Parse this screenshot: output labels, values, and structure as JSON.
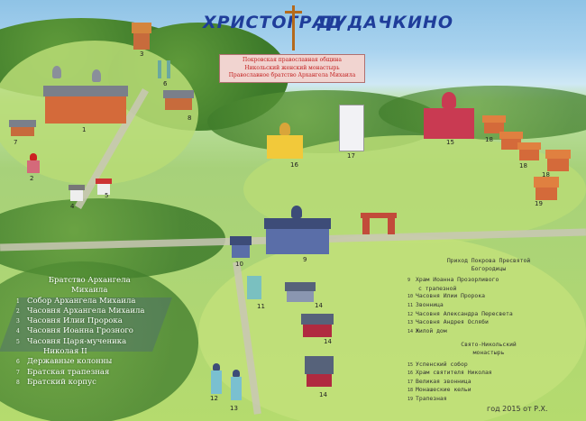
{
  "title": {
    "left": "ХРИСТОГРАД",
    "right": "ДУДАЧКИНО"
  },
  "banner": {
    "lines": [
      "Покровская православная община",
      "Никольский женский монастырь",
      "Православное братство Архангела Михаила"
    ]
  },
  "legend_left": {
    "heading": [
      "Братство Архангела",
      "Михаила"
    ],
    "items": [
      {
        "n": "1",
        "label": "Собор Архангела Михаила"
      },
      {
        "n": "2",
        "label": "Часовня Архангела Михаила"
      },
      {
        "n": "3",
        "label": "Часовня Илии Пророка"
      },
      {
        "n": "4",
        "label": "Часовня Иоанна Грозного"
      },
      {
        "n": "5",
        "label": "Часовня Царя-мученика"
      },
      {
        "n": "",
        "label": "Николая II"
      },
      {
        "n": "6",
        "label": "Державные колонны"
      },
      {
        "n": "7",
        "label": "Братская трапезная"
      },
      {
        "n": "8",
        "label": "Братский корпус"
      }
    ]
  },
  "legend_right": {
    "parish": {
      "heading": [
        "Приход Покрова Пресвятой",
        "Богородицы"
      ],
      "items": [
        {
          "n": "9",
          "label": "Храм Иоанна Прозорливого"
        },
        {
          "n": "",
          "label": "с трапезной"
        },
        {
          "n": "10",
          "label": "Часовня Илии Пророка"
        },
        {
          "n": "11",
          "label": "Звонница"
        },
        {
          "n": "12",
          "label": "Часовня Александра Пересвета"
        },
        {
          "n": "13",
          "label": "Часовня Андрея Осляби"
        },
        {
          "n": "14",
          "label": "Жилой дом"
        }
      ]
    },
    "monastery": {
      "heading": [
        "Свято-Никольский",
        "монастырь"
      ],
      "items": [
        {
          "n": "15",
          "label": "Успенский собор"
        },
        {
          "n": "16",
          "label": "Храм святителя Николая"
        },
        {
          "n": "17",
          "label": "Великая звонница"
        },
        {
          "n": "18",
          "label": "Монашеские кельи"
        },
        {
          "n": "19",
          "label": "Трапезная"
        }
      ]
    }
  },
  "year_note": "год 2015 от Р.Х.",
  "markers": [
    "1",
    "2",
    "3",
    "4",
    "5",
    "6",
    "7",
    "8",
    "9",
    "10",
    "11",
    "12",
    "13",
    "14",
    "14",
    "14",
    "15",
    "16",
    "17",
    "18",
    "18",
    "18",
    "19"
  ]
}
